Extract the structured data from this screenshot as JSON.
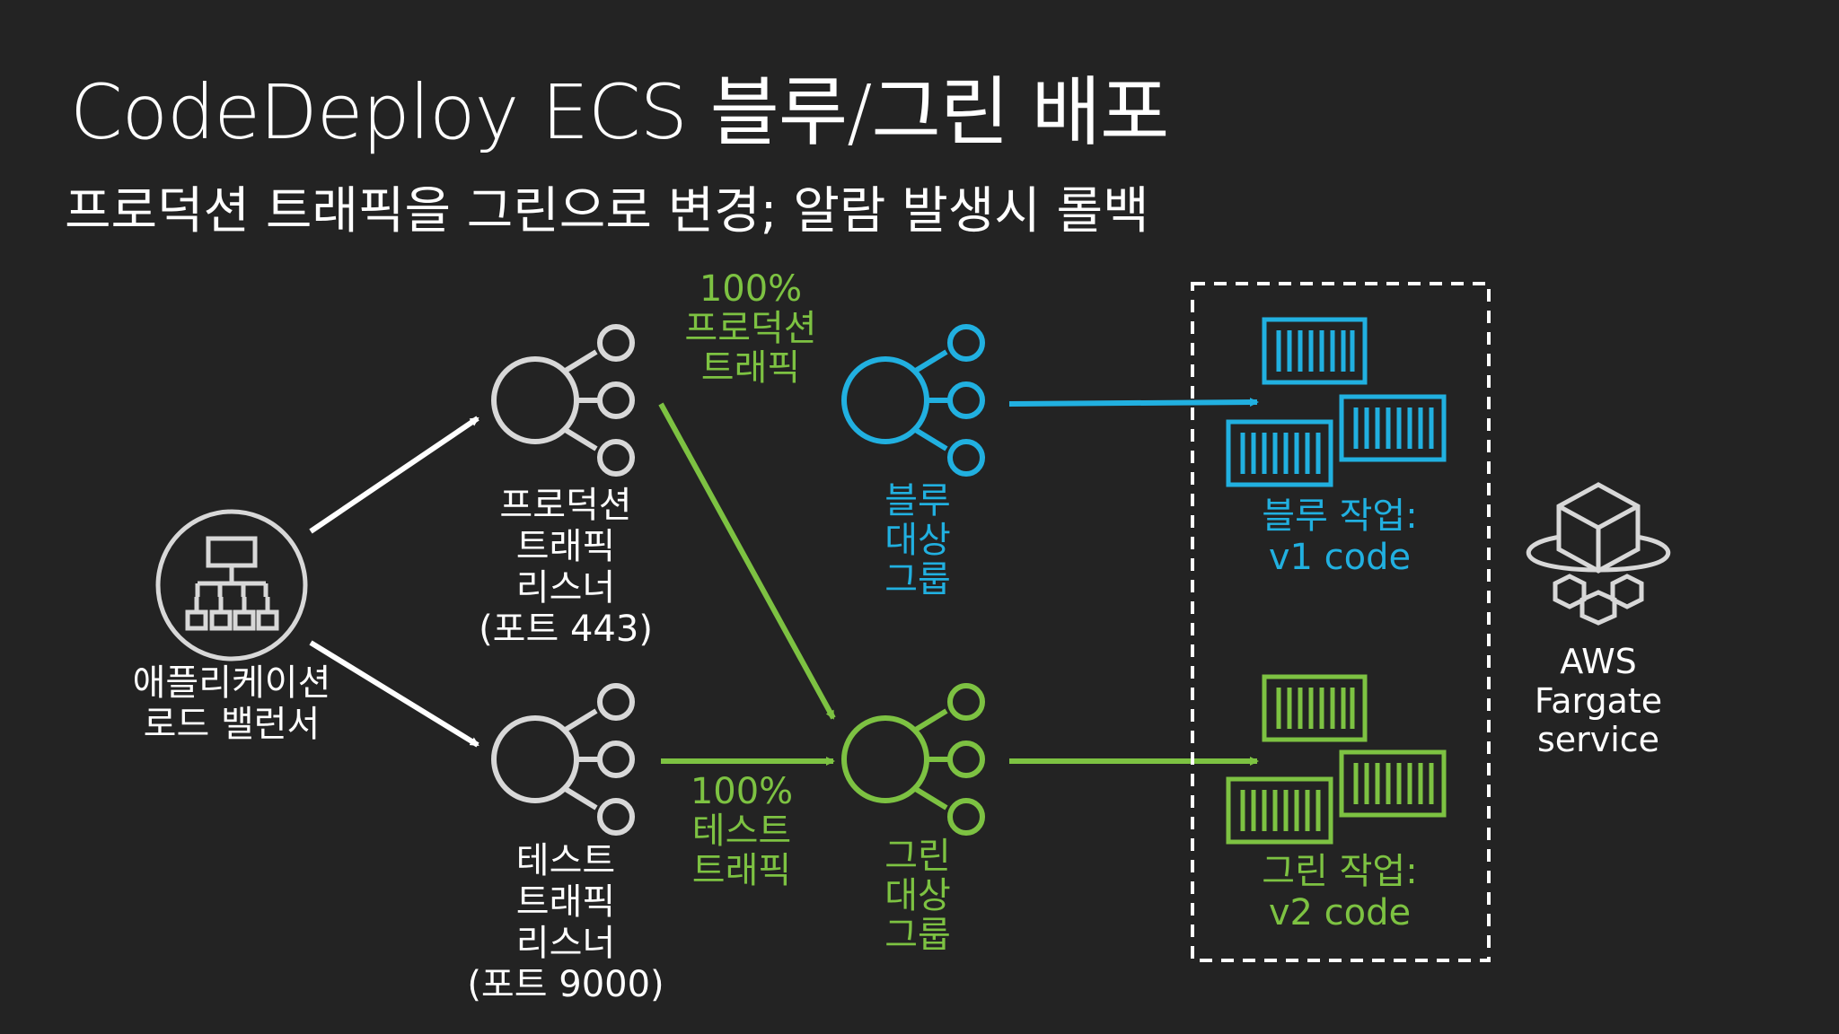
{
  "slide": {
    "title": "CodeDeploy ECS 블루/그린 배포",
    "subtitle": "프로덕션 트래픽을 그린으로 변경; 알람 발생시 롤백"
  },
  "load_balancer": {
    "line1": "애플리케이션",
    "line2": "로드 밸런서"
  },
  "prod_listener": {
    "line1": "프로덕션",
    "line2": "트래픽",
    "line3": "리스너",
    "line4": "(포트 443)"
  },
  "test_listener": {
    "line1": "테스트",
    "line2": "트래픽",
    "line3": "리스너",
    "line4": "(포트 9000)"
  },
  "prod_traffic": {
    "percent": "100%",
    "line1": "프로덕션",
    "line2": "트래픽"
  },
  "test_traffic": {
    "percent": "100%",
    "line1": "테스트",
    "line2": "트래픽"
  },
  "blue_group": {
    "line1": "블루",
    "line2": "대상",
    "line3": "그룹"
  },
  "green_group": {
    "line1": "그린",
    "line2": "대상",
    "line3": "그룹"
  },
  "blue_tasks": {
    "line1": "블루 작업:",
    "line2": "v1 code"
  },
  "green_tasks": {
    "line1": "그린 작업:",
    "line2": "v2 code"
  },
  "fargate": {
    "line1": "AWS",
    "line2": "Fargate",
    "line3": "service"
  },
  "colors": {
    "background": "#232323",
    "blue": "#21b0e0",
    "green": "#7dc242",
    "white": "#ffffff"
  },
  "icons": {
    "load_balancer": "application-load-balancer-icon",
    "listener": "listener-icon",
    "target_group": "target-group-icon",
    "container": "container-icon",
    "fargate": "fargate-icon"
  }
}
